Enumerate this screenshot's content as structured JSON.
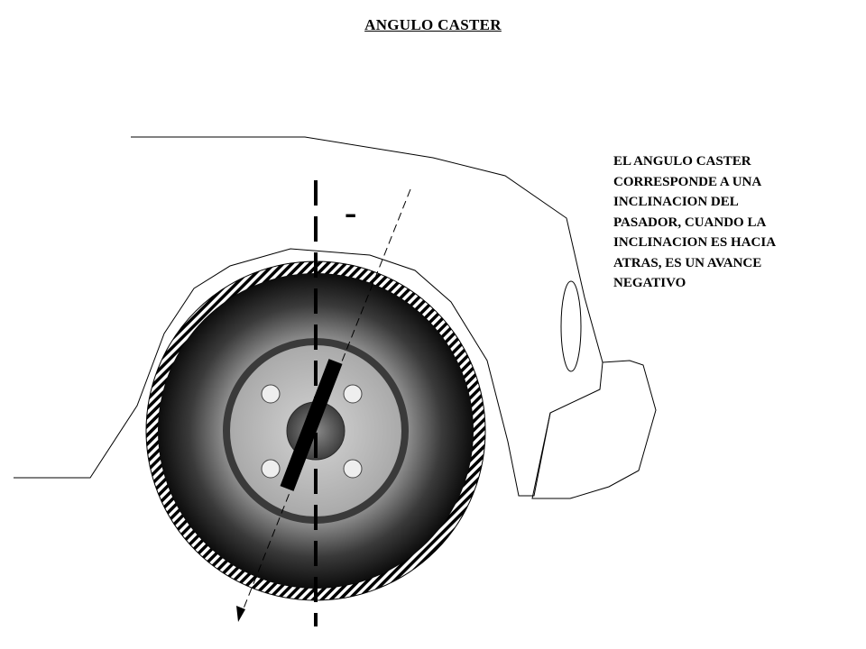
{
  "title": "ANGULO  CASTER",
  "description": "EL ANGULO CASTER\nCORRESPONDE A UNA\nINCLINACION DEL\nPASADOR, CUANDO LA\nINCLINACION ES HACIA\nATRAS, ES UN AVANCE\nNEGATIVO",
  "sign_label": "-",
  "colors": {
    "outline": "#000000",
    "tire_dark": "#0c0c0c",
    "tire_light": "#9a9a9a",
    "rim": "#b8b8b8",
    "hub": "#5a5a5a",
    "lug": "#eeeeee",
    "background": "#ffffff"
  },
  "icons": {
    "wheel": "tire-with-hatched-tread",
    "kingpin": "black-inclined-bar",
    "vertical_reference": "dashed-vertical-line",
    "inclination_axis": "dashed-arrow-line"
  }
}
